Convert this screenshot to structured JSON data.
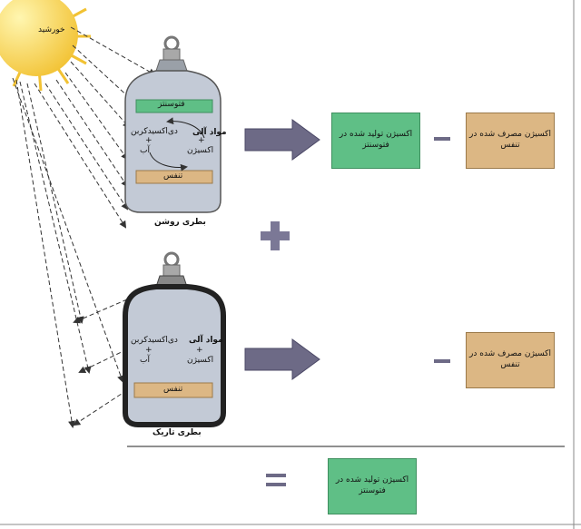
{
  "sun": {
    "label": "خورشید",
    "color": "#f5d94c"
  },
  "light_bottle": {
    "caption": "بطری روشن",
    "photosynthesis": "فتوسنتز",
    "respiration": "تنفس",
    "co2": "دی‌اکسیدکربن",
    "water": "آب",
    "organic_matter": "مواد آلی",
    "oxygen": "اکسیژن",
    "plus": "+"
  },
  "dark_bottle": {
    "caption": "بطری تاریک",
    "respiration": "تنفس",
    "co2": "دی‌اکسیدکربن",
    "water": "آب",
    "organic_matter": "مواد آلی",
    "oxygen": "اکسیژن",
    "plus": "+"
  },
  "equation": {
    "produced_photosynthesis": "اکسیژن تولید شده در فتوسنتز",
    "consumed_respiration": "اکسیژن مصرف شده در تنفس",
    "minus": "-",
    "plus": "+",
    "equals": "="
  },
  "colors": {
    "green_box": "#5fbf86",
    "tan_box": "#dcb784",
    "arrow": "#6d6a86",
    "bottle_fill": "#c3cad6",
    "dark_bottle": "#2a2a2a",
    "sun_ray": "#333333"
  }
}
